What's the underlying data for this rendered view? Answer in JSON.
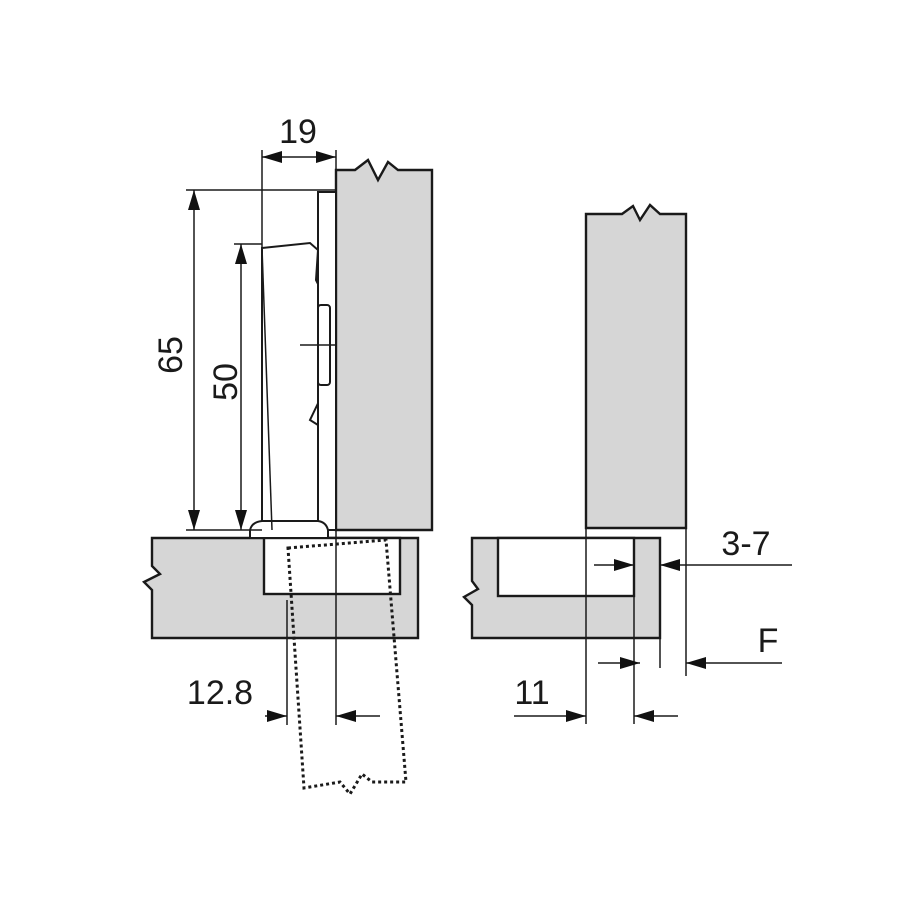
{
  "dimensions": {
    "hinge_width": "19",
    "total_height": "65",
    "cup_height": "50",
    "cup_offset": "12.8",
    "door_gap": "3-7",
    "overlay": "F",
    "edge_distance": "11"
  }
}
